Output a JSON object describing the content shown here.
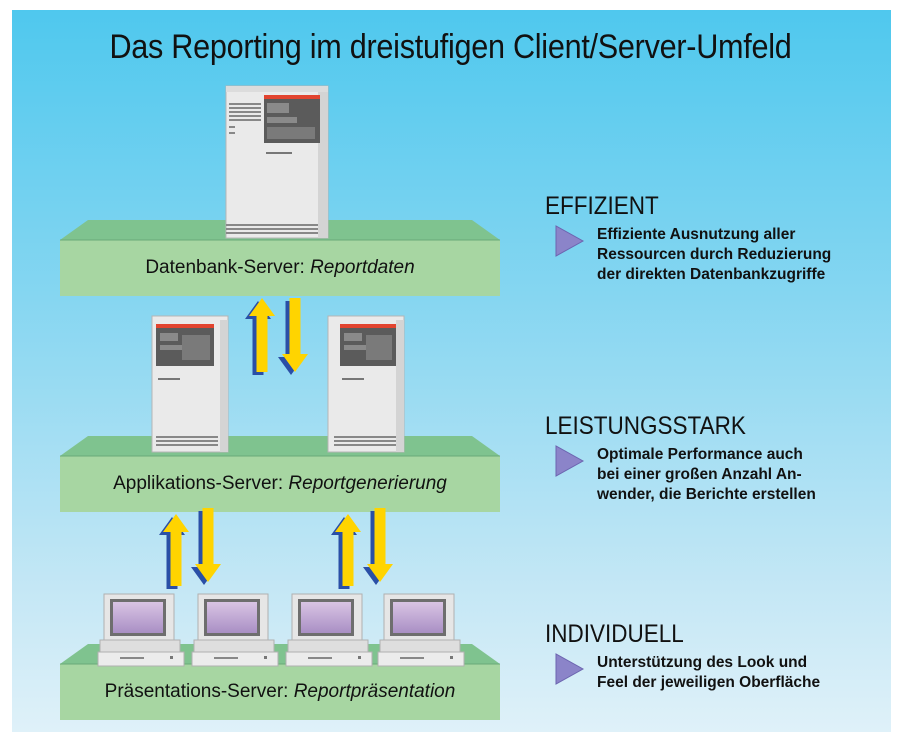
{
  "title": "Das Reporting im dreistufigen Client/Server-Umfeld",
  "tiers": [
    {
      "label": "Datenbank-Server:",
      "label_italic": "Reportdaten"
    },
    {
      "label": "Applikations-Server:",
      "label_italic": "Reportgenerierung"
    },
    {
      "label": "Präsentations-Server:",
      "label_italic": "Reportpräsentation"
    }
  ],
  "benefits": [
    {
      "heading": "EFFIZIENT",
      "lines": [
        "Effiziente Ausnutzung aller",
        "Ressourcen durch Reduzierung",
        "der direkten Datenbankzugriffe"
      ]
    },
    {
      "heading": "LEISTUNGSSTARK",
      "lines": [
        "Optimale Performance auch",
        "bei einer großen Anzahl An-",
        "wender, die Berichte erstellen"
      ]
    },
    {
      "heading": "INDIVIDUELL",
      "lines": [
        "Unterstützung des Look und",
        "Feel der jeweiligen Oberfläche"
      ]
    }
  ],
  "colors": {
    "platform_top": "#7fc38f",
    "platform_front": "#a7d6a2",
    "arrow_fill": "#ffd400",
    "arrow_shadow": "#2a4fa6",
    "bullet_triangle": "#8b84c9"
  }
}
